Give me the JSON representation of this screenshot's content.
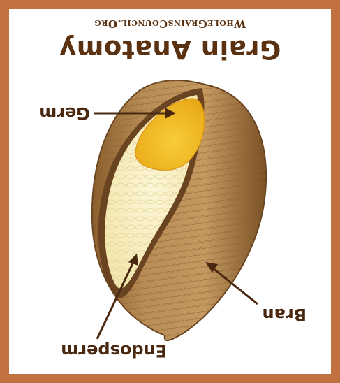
{
  "title": "Grain Anatomy",
  "website": "WholeGrainsCouncil.Org",
  "labels": {
    "germ": "Germ",
    "bran": "Bran",
    "endosperm": "Endosperm"
  },
  "orientation": "upside-down",
  "colors": {
    "frame": "#c0713f",
    "text": "#5a3212",
    "germ": "#f2b41d",
    "endosperm": "#f8f0c2",
    "bran": "#b98d56"
  }
}
